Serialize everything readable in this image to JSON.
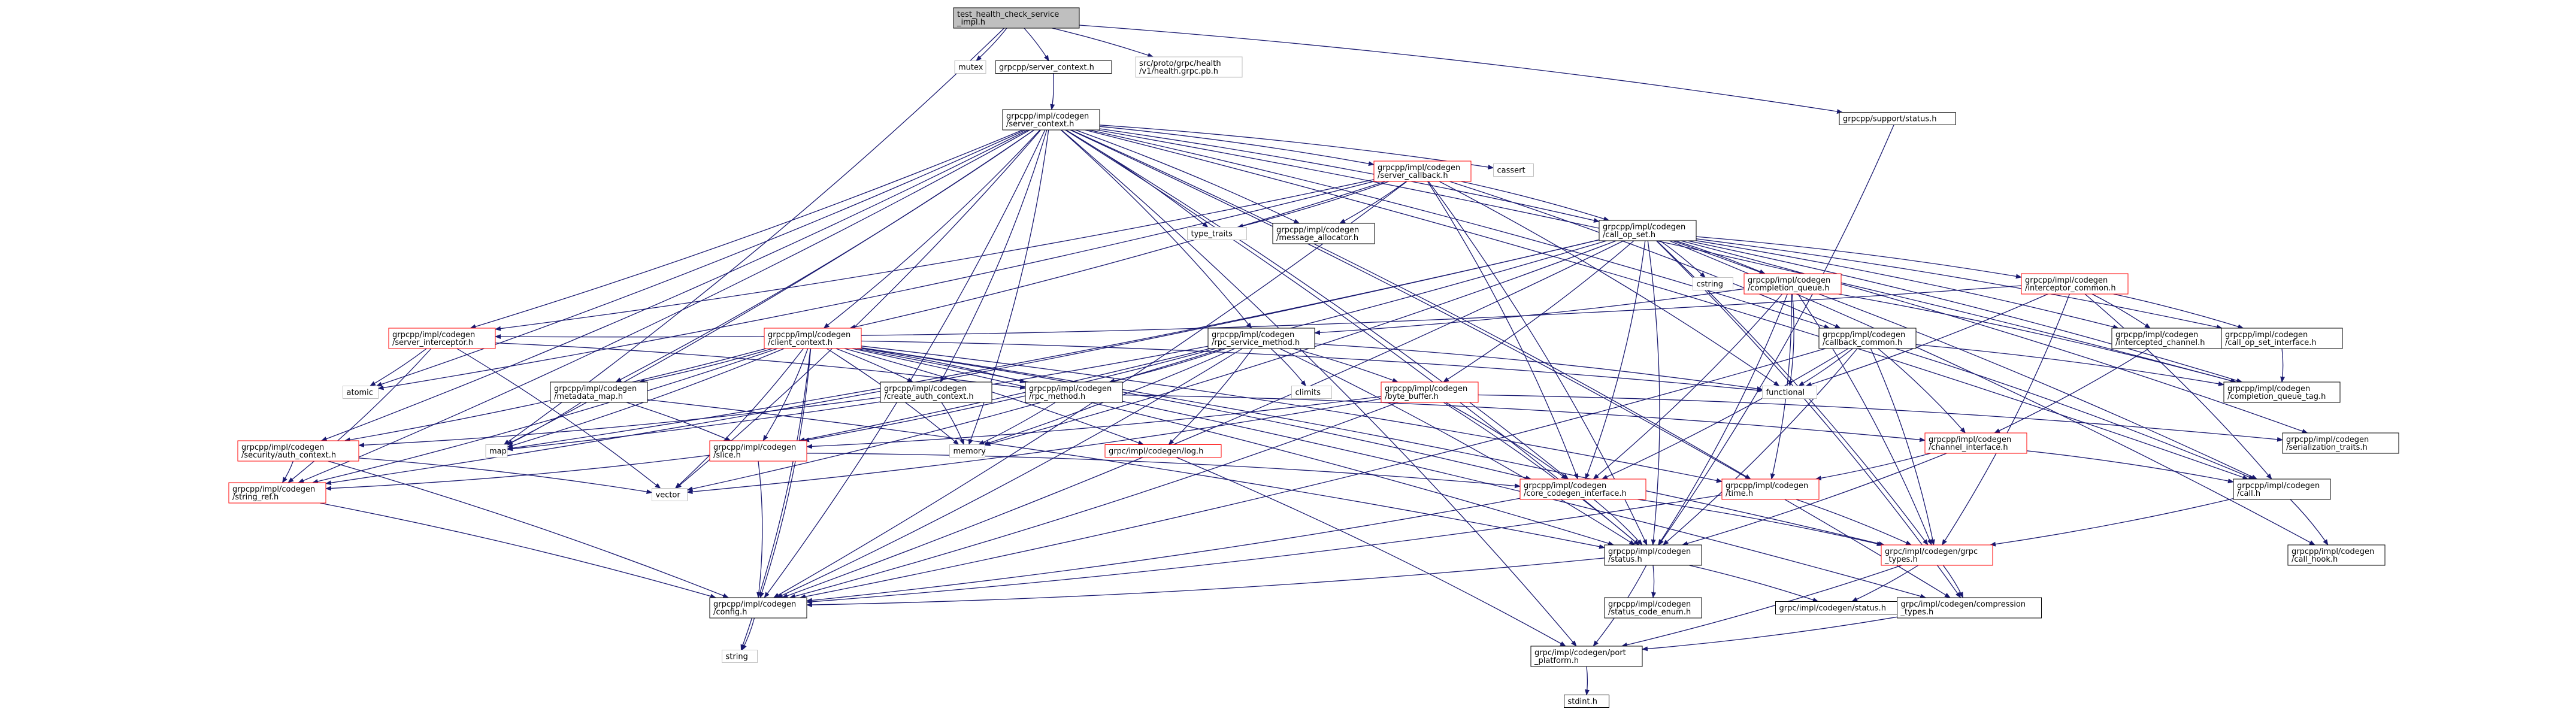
{
  "colors": {
    "edge": "#191970",
    "root_fill": "#bfbfbf",
    "border_normal": "#000000",
    "border_truncated": "#ff0000",
    "border_external": "#bfbfbf"
  },
  "nodes": [
    {
      "id": "root",
      "lines": [
        "test_health_check_service",
        "_impl.h"
      ],
      "style": "root"
    },
    {
      "id": "mutex",
      "lines": [
        "mutex"
      ],
      "style": "external"
    },
    {
      "id": "server_context_pub",
      "lines": [
        "grpcpp/server_context.h"
      ],
      "style": "normal"
    },
    {
      "id": "health_grpc",
      "lines": [
        "src/proto/grpc/health",
        "/v1/health.grpc.pb.h"
      ],
      "style": "external"
    },
    {
      "id": "support_status",
      "lines": [
        "grpcpp/support/status.h"
      ],
      "style": "normal"
    },
    {
      "id": "server_context",
      "lines": [
        "grpcpp/impl/codegen",
        "/server_context.h"
      ],
      "style": "normal"
    },
    {
      "id": "server_callback",
      "lines": [
        "grpcpp/impl/codegen",
        "/server_callback.h"
      ],
      "style": "truncated"
    },
    {
      "id": "cassert",
      "lines": [
        "cassert"
      ],
      "style": "external"
    },
    {
      "id": "type_traits",
      "lines": [
        "type_traits"
      ],
      "style": "external"
    },
    {
      "id": "message_allocator",
      "lines": [
        "grpcpp/impl/codegen",
        "/message_allocator.h"
      ],
      "style": "normal"
    },
    {
      "id": "call_op_set",
      "lines": [
        "grpcpp/impl/codegen",
        "/call_op_set.h"
      ],
      "style": "normal"
    },
    {
      "id": "cstring",
      "lines": [
        "cstring"
      ],
      "style": "external"
    },
    {
      "id": "completion_queue",
      "lines": [
        "grpcpp/impl/codegen",
        "/completion_queue.h"
      ],
      "style": "truncated"
    },
    {
      "id": "interceptor_common",
      "lines": [
        "grpcpp/impl/codegen",
        "/interceptor_common.h"
      ],
      "style": "truncated"
    },
    {
      "id": "server_interceptor",
      "lines": [
        "grpcpp/impl/codegen",
        "/server_interceptor.h"
      ],
      "style": "truncated"
    },
    {
      "id": "client_context",
      "lines": [
        "grpcpp/impl/codegen",
        "/client_context.h"
      ],
      "style": "truncated"
    },
    {
      "id": "rpc_service_method",
      "lines": [
        "grpcpp/impl/codegen",
        "/rpc_service_method.h"
      ],
      "style": "normal"
    },
    {
      "id": "climits",
      "lines": [
        "climits"
      ],
      "style": "external"
    },
    {
      "id": "callback_common",
      "lines": [
        "grpcpp/impl/codegen",
        "/callback_common.h"
      ],
      "style": "normal"
    },
    {
      "id": "intercepted_channel",
      "lines": [
        "grpcpp/impl/codegen",
        "/intercepted_channel.h"
      ],
      "style": "normal"
    },
    {
      "id": "call_op_set_interface",
      "lines": [
        "grpcpp/impl/codegen",
        "/call_op_set_interface.h"
      ],
      "style": "normal"
    },
    {
      "id": "completion_queue_tag",
      "lines": [
        "grpcpp/impl/codegen",
        "/completion_queue_tag.h"
      ],
      "style": "normal"
    },
    {
      "id": "atomic",
      "lines": [
        "atomic"
      ],
      "style": "external"
    },
    {
      "id": "metadata_map",
      "lines": [
        "grpcpp/impl/codegen",
        "/metadata_map.h"
      ],
      "style": "normal"
    },
    {
      "id": "create_auth_context",
      "lines": [
        "grpcpp/impl/codegen",
        "/create_auth_context.h"
      ],
      "style": "normal"
    },
    {
      "id": "rpc_method",
      "lines": [
        "grpcpp/impl/codegen",
        "/rpc_method.h"
      ],
      "style": "normal"
    },
    {
      "id": "byte_buffer",
      "lines": [
        "grpcpp/impl/codegen",
        "/byte_buffer.h"
      ],
      "style": "truncated"
    },
    {
      "id": "functional",
      "lines": [
        "functional"
      ],
      "style": "external"
    },
    {
      "id": "channel_interface",
      "lines": [
        "grpcpp/impl/codegen",
        "/channel_interface.h"
      ],
      "style": "truncated"
    },
    {
      "id": "serialization_traits",
      "lines": [
        "grpcpp/impl/codegen",
        "/serialization_traits.h"
      ],
      "style": "normal"
    },
    {
      "id": "map",
      "lines": [
        "map"
      ],
      "style": "external"
    },
    {
      "id": "memory",
      "lines": [
        "memory"
      ],
      "style": "external"
    },
    {
      "id": "log",
      "lines": [
        "grpc/impl/codegen/log.h"
      ],
      "style": "truncated"
    },
    {
      "id": "security_auth_context",
      "lines": [
        "grpcpp/impl/codegen",
        "/security/auth_context.h"
      ],
      "style": "truncated"
    },
    {
      "id": "slice",
      "lines": [
        "grpcpp/impl/codegen",
        "/slice.h"
      ],
      "style": "truncated"
    },
    {
      "id": "core_codegen_interface",
      "lines": [
        "grpcpp/impl/codegen",
        "/core_codegen_interface.h"
      ],
      "style": "truncated"
    },
    {
      "id": "time",
      "lines": [
        "grpcpp/impl/codegen",
        "/time.h"
      ],
      "style": "truncated"
    },
    {
      "id": "call",
      "lines": [
        "grpcpp/impl/codegen",
        "/call.h"
      ],
      "style": "normal"
    },
    {
      "id": "vector",
      "lines": [
        "vector"
      ],
      "style": "external"
    },
    {
      "id": "string_ref",
      "lines": [
        "grpcpp/impl/codegen",
        "/string_ref.h"
      ],
      "style": "truncated"
    },
    {
      "id": "status",
      "lines": [
        "grpcpp/impl/codegen",
        "/status.h"
      ],
      "style": "normal"
    },
    {
      "id": "grpc_types",
      "lines": [
        "grpc/impl/codegen/grpc",
        "_types.h"
      ],
      "style": "truncated"
    },
    {
      "id": "call_hook",
      "lines": [
        "grpcpp/impl/codegen",
        "/call_hook.h"
      ],
      "style": "normal"
    },
    {
      "id": "config",
      "lines": [
        "grpcpp/impl/codegen",
        "/config.h"
      ],
      "style": "normal"
    },
    {
      "id": "status_code_enum",
      "lines": [
        "grpcpp/impl/codegen",
        "/status_code_enum.h"
      ],
      "style": "normal"
    },
    {
      "id": "grpc_status",
      "lines": [
        "grpc/impl/codegen/status.h"
      ],
      "style": "normal"
    },
    {
      "id": "compression_types",
      "lines": [
        "grpc/impl/codegen/compression",
        "_types.h"
      ],
      "style": "normal"
    },
    {
      "id": "string",
      "lines": [
        "string"
      ],
      "style": "external"
    },
    {
      "id": "port_platform",
      "lines": [
        "grpc/impl/codegen/port",
        "_platform.h"
      ],
      "style": "normal"
    },
    {
      "id": "stdint",
      "lines": [
        "stdint.h"
      ],
      "style": "normal"
    }
  ],
  "edges": [
    [
      "root",
      "mutex"
    ],
    [
      "root",
      "server_context_pub"
    ],
    [
      "root",
      "health_grpc"
    ],
    [
      "root",
      "support_status"
    ],
    [
      "root",
      "map"
    ],
    [
      "server_context_pub",
      "server_context"
    ],
    [
      "support_status",
      "status"
    ],
    [
      "server_context",
      "server_callback"
    ],
    [
      "server_context",
      "cassert"
    ],
    [
      "server_context",
      "type_traits"
    ],
    [
      "server_context",
      "message_allocator"
    ],
    [
      "server_context",
      "call_op_set"
    ],
    [
      "server_context",
      "callback_common"
    ],
    [
      "server_context",
      "completion_queue_tag"
    ],
    [
      "server_context",
      "server_interceptor"
    ],
    [
      "server_context",
      "client_context"
    ],
    [
      "server_context",
      "rpc_service_method"
    ],
    [
      "server_context",
      "metadata_map"
    ],
    [
      "server_context",
      "create_auth_context"
    ],
    [
      "server_context",
      "atomic"
    ],
    [
      "server_context",
      "map"
    ],
    [
      "server_context",
      "memory"
    ],
    [
      "server_context",
      "vector"
    ],
    [
      "server_context",
      "security_auth_context"
    ],
    [
      "server_context",
      "string_ref"
    ],
    [
      "server_context",
      "config"
    ],
    [
      "server_context",
      "core_codegen_interface"
    ],
    [
      "server_context",
      "time"
    ],
    [
      "server_context",
      "call"
    ],
    [
      "server_context",
      "status"
    ],
    [
      "server_context",
      "compression_types"
    ],
    [
      "server_context",
      "port_platform"
    ],
    [
      "server_callback",
      "type_traits"
    ],
    [
      "server_callback",
      "message_allocator"
    ],
    [
      "server_callback",
      "call_op_set"
    ],
    [
      "server_callback",
      "callback_common"
    ],
    [
      "server_callback",
      "functional"
    ],
    [
      "server_callback",
      "atomic"
    ],
    [
      "server_callback",
      "server_interceptor"
    ],
    [
      "server_callback",
      "client_context"
    ],
    [
      "server_callback",
      "config"
    ],
    [
      "server_callback",
      "core_codegen_interface"
    ],
    [
      "server_callback",
      "status"
    ],
    [
      "call_op_set",
      "cstring"
    ],
    [
      "call_op_set",
      "completion_queue"
    ],
    [
      "call_op_set",
      "interceptor_common"
    ],
    [
      "call_op_set",
      "intercepted_channel"
    ],
    [
      "call_op_set",
      "call_op_set_interface"
    ],
    [
      "call_op_set",
      "completion_queue_tag"
    ],
    [
      "call_op_set",
      "byte_buffer"
    ],
    [
      "call_op_set",
      "serialization_traits"
    ],
    [
      "call_op_set",
      "call_hook"
    ],
    [
      "call_op_set",
      "call"
    ],
    [
      "call_op_set",
      "grpc_types"
    ],
    [
      "call_op_set",
      "compression_types"
    ],
    [
      "call_op_set",
      "core_codegen_interface"
    ],
    [
      "call_op_set",
      "status"
    ],
    [
      "call_op_set",
      "config"
    ],
    [
      "call_op_set",
      "slice"
    ],
    [
      "call_op_set",
      "string_ref"
    ],
    [
      "call_op_set",
      "map"
    ],
    [
      "call_op_set",
      "memory"
    ],
    [
      "completion_queue",
      "rpc_service_method"
    ],
    [
      "completion_queue",
      "functional"
    ],
    [
      "completion_queue",
      "completion_queue_tag"
    ],
    [
      "completion_queue",
      "core_codegen_interface"
    ],
    [
      "completion_queue",
      "status"
    ],
    [
      "completion_queue",
      "time"
    ],
    [
      "completion_queue",
      "grpc_types"
    ],
    [
      "interceptor_common",
      "call_op_set_interface"
    ],
    [
      "interceptor_common",
      "intercepted_channel"
    ],
    [
      "interceptor_common",
      "functional"
    ],
    [
      "interceptor_common",
      "server_interceptor"
    ],
    [
      "interceptor_common",
      "call"
    ],
    [
      "interceptor_common",
      "grpc_types"
    ],
    [
      "server_interceptor",
      "atomic"
    ],
    [
      "server_interceptor",
      "vector"
    ],
    [
      "server_interceptor",
      "rpc_method"
    ],
    [
      "server_interceptor",
      "string_ref"
    ],
    [
      "client_context",
      "map"
    ],
    [
      "client_context",
      "memory"
    ],
    [
      "client_context",
      "metadata_map"
    ],
    [
      "client_context",
      "create_auth_context"
    ],
    [
      "client_context",
      "rpc_method"
    ],
    [
      "client_context",
      "security_auth_context"
    ],
    [
      "client_context",
      "slice"
    ],
    [
      "client_context",
      "string_ref"
    ],
    [
      "client_context",
      "config"
    ],
    [
      "client_context",
      "core_codegen_interface"
    ],
    [
      "client_context",
      "status"
    ],
    [
      "client_context",
      "time"
    ],
    [
      "client_context",
      "grpc_types"
    ],
    [
      "client_context",
      "string"
    ],
    [
      "client_context",
      "vector"
    ],
    [
      "client_context",
      "functional"
    ],
    [
      "client_context",
      "log"
    ],
    [
      "client_context",
      "compression_types"
    ],
    [
      "rpc_service_method",
      "climits"
    ],
    [
      "rpc_service_method",
      "functional"
    ],
    [
      "rpc_service_method",
      "map"
    ],
    [
      "rpc_service_method",
      "memory"
    ],
    [
      "rpc_service_method",
      "vector"
    ],
    [
      "rpc_service_method",
      "byte_buffer"
    ],
    [
      "rpc_service_method",
      "rpc_method"
    ],
    [
      "rpc_service_method",
      "config"
    ],
    [
      "rpc_service_method",
      "status"
    ],
    [
      "rpc_service_method",
      "log"
    ],
    [
      "rpc_service_method",
      "slice"
    ],
    [
      "callback_common",
      "functional"
    ],
    [
      "callback_common",
      "channel_interface"
    ],
    [
      "callback_common",
      "completion_queue_tag"
    ],
    [
      "callback_common",
      "call"
    ],
    [
      "callback_common",
      "config"
    ],
    [
      "callback_common",
      "core_codegen_interface"
    ],
    [
      "callback_common",
      "status"
    ],
    [
      "callback_common",
      "grpc_types"
    ],
    [
      "intercepted_channel",
      "channel_interface"
    ],
    [
      "call_op_set_interface",
      "completion_queue_tag"
    ],
    [
      "metadata_map",
      "map"
    ],
    [
      "metadata_map",
      "slice"
    ],
    [
      "metadata_map",
      "status"
    ],
    [
      "create_auth_context",
      "memory"
    ],
    [
      "create_auth_context",
      "security_auth_context"
    ],
    [
      "rpc_method",
      "memory"
    ],
    [
      "rpc_method",
      "channel_interface"
    ],
    [
      "byte_buffer",
      "serialization_traits"
    ],
    [
      "byte_buffer",
      "vector"
    ],
    [
      "byte_buffer",
      "config"
    ],
    [
      "byte_buffer",
      "core_codegen_interface"
    ],
    [
      "byte_buffer",
      "status"
    ],
    [
      "byte_buffer",
      "slice"
    ],
    [
      "channel_interface",
      "call"
    ],
    [
      "channel_interface",
      "status"
    ],
    [
      "channel_interface",
      "time"
    ],
    [
      "log",
      "port_platform"
    ],
    [
      "security_auth_context",
      "vector"
    ],
    [
      "security_auth_context",
      "string_ref"
    ],
    [
      "security_auth_context",
      "config"
    ],
    [
      "slice",
      "config"
    ],
    [
      "slice",
      "core_codegen_interface"
    ],
    [
      "slice",
      "string_ref"
    ],
    [
      "core_codegen_interface",
      "config"
    ],
    [
      "core_codegen_interface",
      "status"
    ],
    [
      "core_codegen_interface",
      "grpc_types"
    ],
    [
      "time",
      "config"
    ],
    [
      "time",
      "grpc_types"
    ],
    [
      "call",
      "call_hook"
    ],
    [
      "call",
      "grpc_types"
    ],
    [
      "string_ref",
      "config"
    ],
    [
      "status",
      "status_code_enum"
    ],
    [
      "status",
      "grpc_status"
    ],
    [
      "status",
      "config"
    ],
    [
      "status",
      "port_platform"
    ],
    [
      "grpc_types",
      "compression_types"
    ],
    [
      "grpc_types",
      "grpc_status"
    ],
    [
      "grpc_types",
      "port_platform"
    ],
    [
      "compression_types",
      "port_platform"
    ],
    [
      "config",
      "string"
    ],
    [
      "port_platform",
      "stdint"
    ]
  ]
}
